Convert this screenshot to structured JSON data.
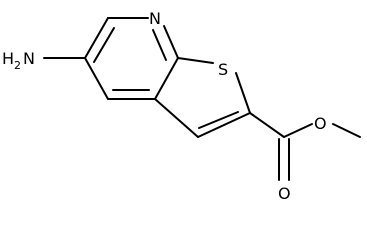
{
  "structure": {
    "atoms": {
      "n_ring": "N",
      "s_ring": "S",
      "o_ester": "O",
      "o_carbonyl": "O",
      "amine_h": "H",
      "amine_sub": "2",
      "amine_n": "N"
    }
  },
  "colors": {
    "bond": "#000000",
    "background": "#ffffff"
  }
}
